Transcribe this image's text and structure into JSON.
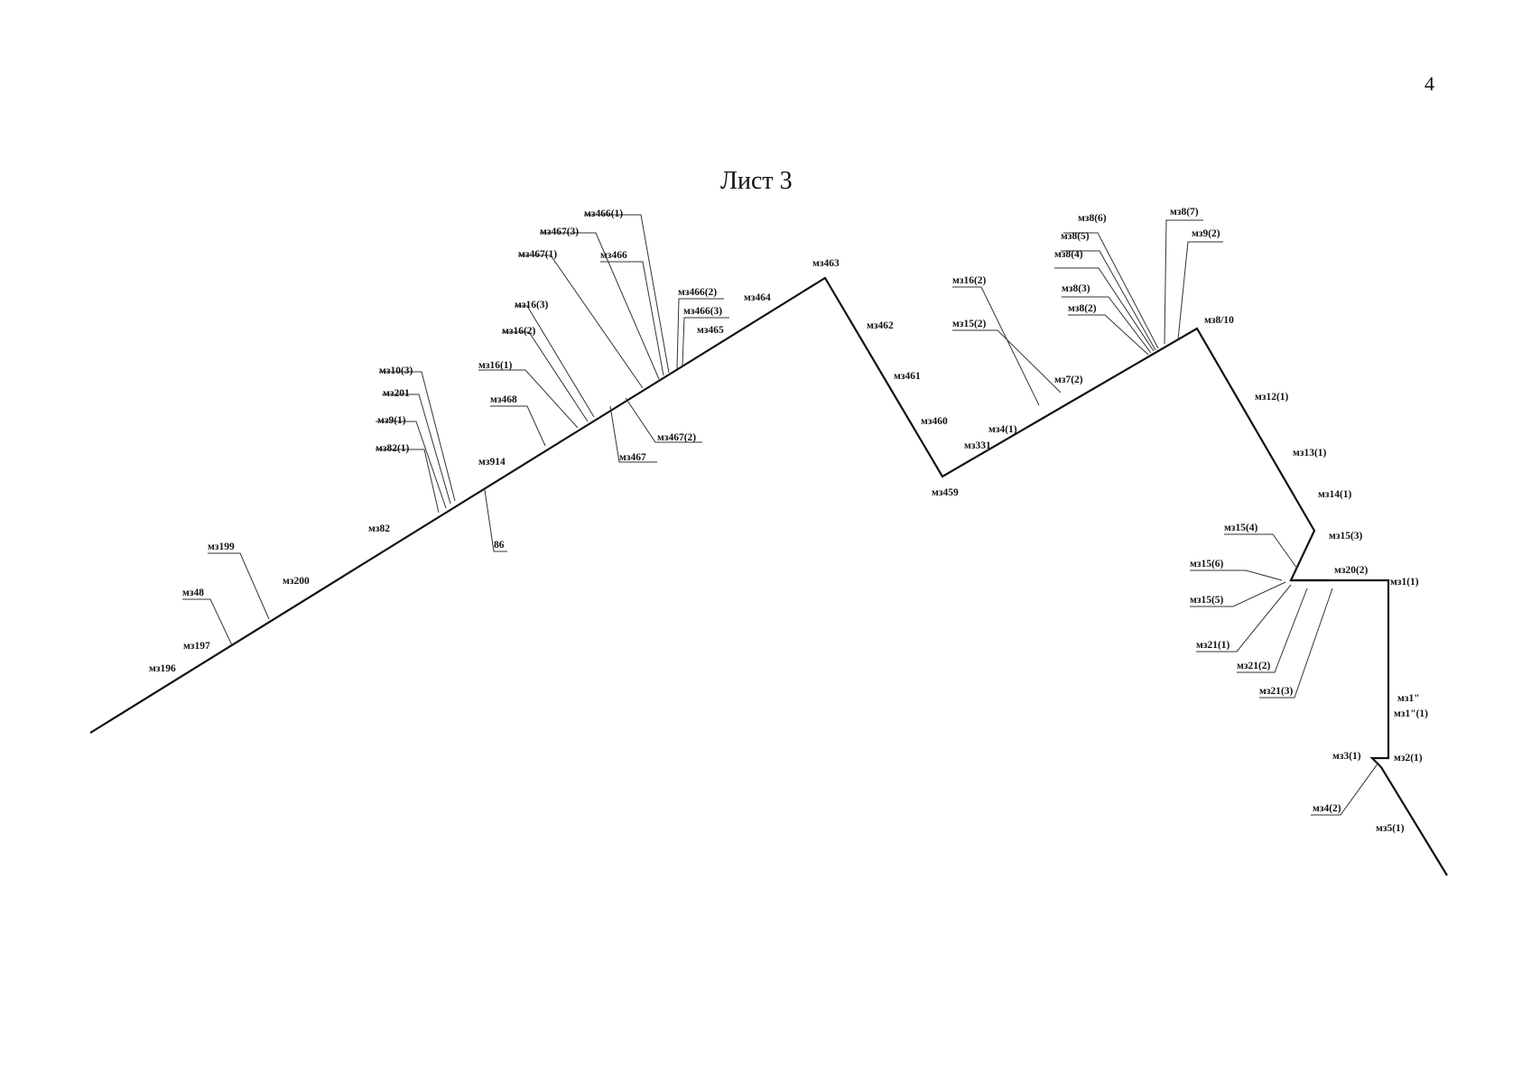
{
  "page_number": "4",
  "sheet_title": "Лист 3",
  "labels": {
    "mz196": "мз196",
    "mz197": "мз197",
    "mz48": "мз48",
    "mz199": "мз199",
    "mz200": "мз200",
    "mz82": "мз82",
    "mz82_1": "мз82(1)",
    "mz9_1": "мз9(1)",
    "mz201": "мз201",
    "mz10_3": "мз10(3)",
    "mz914": "мз914",
    "n86": "86",
    "mz468": "мз468",
    "mz16_1a": "мз16(1)",
    "mz16_2a": "мз16(2)",
    "mz16_3": "мз16(3)",
    "mz467_1": "мз467(1)",
    "mz467_3": "мз467(3)",
    "mz466_1": "мз466(1)",
    "mz466": "мз466",
    "mz466_2": "мз466(2)",
    "mz466_3": "мз466(3)",
    "mz465": "мз465",
    "mz464": "мз464",
    "mz467": "мз467",
    "mz467_2": "мз467(2)",
    "mz463": "мз463",
    "mz462": "мз462",
    "mz461": "мз461",
    "mz460": "мз460",
    "mz459": "мз459",
    "mz331": "мз331",
    "mz4_1": "мз4(1)",
    "mz7_2": "мз7(2)",
    "mz15_2": "мз15(2)",
    "mz16_2b": "мз16(2)",
    "mz8_2": "мз8(2)",
    "mz8_3": "мз8(3)",
    "mz8_4": "мз8(4)",
    "mz8_5": "мз8(5)",
    "mz8_6": "мз8(6)",
    "mz8_7": "мз8(7)",
    "mz9_2": "мз9(2)",
    "mz8_10": "мз8/10",
    "mz12_1": "мз12(1)",
    "mz13_1": "мз13(1)",
    "mz14_1": "мз14(1)",
    "mz15_3": "мз15(3)",
    "mz15_4": "мз15(4)",
    "mz15_6": "мз15(6)",
    "mz15_5": "мз15(5)",
    "mz20_2": "мз20(2)",
    "mz21_1": "мз21(1)",
    "mz21_2": "мз21(2)",
    "mz21_3": "мз21(3)",
    "mz1_1": "мз1(1)",
    "mz1pp": "мз1\"",
    "mz1pp_1": "мз1\"(1)",
    "mz3_1": "мз3(1)",
    "mz2_1": "мз2(1)",
    "mz4_2": "мз4(2)",
    "mz5_1": "мз5(1)"
  }
}
